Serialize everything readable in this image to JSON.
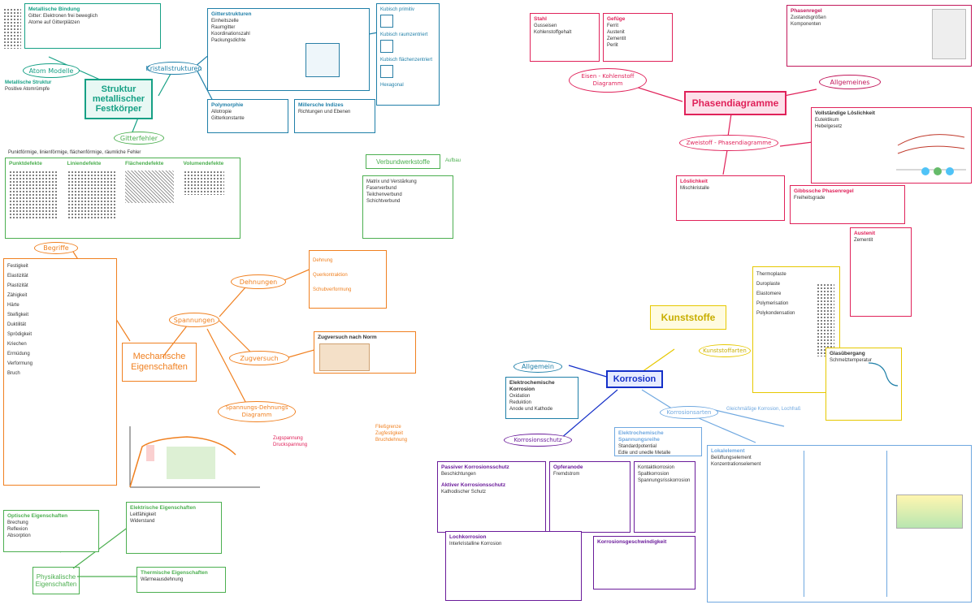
{
  "colors": {
    "teal": "#16a085",
    "blue": "#1f7fa8",
    "green": "#4caf50",
    "orange": "#f08020",
    "red": "#e0225a",
    "pink": "#c2185b",
    "purple": "#6a1b9a",
    "yellow": "#e6c800",
    "navy": "#1530c8",
    "lightblue": "#6fa8e0",
    "magenta": "#c2185b"
  },
  "hubs": {
    "struktur": "Struktur metallischer Festkörper",
    "mechanik": "Mechanische Eigenschaften",
    "phasen": "Phasendiagramme",
    "korrosion": "Korrosion",
    "kunststoffe": "Kunststoffe",
    "physikalisch": "Physikalische Eigenschaften",
    "verbund": "Verbundwerkstoffe"
  },
  "bubbles": {
    "atom_modell": "Atom Modelle",
    "kristallstruktur": "Kristallstrukturen",
    "gitterfehler": "Gitterfehler",
    "begriffe": "Begriffe",
    "dehnungen": "Dehnungen",
    "spannungen": "Spannungen",
    "zugversuch": "Zugversuch",
    "spannungs_dehnung": "Spannungs-Dehnungs Diagramm",
    "eisen_kohlenstoff": "Eisen - Kohlenstoff Diagramm",
    "allgemeines_phasen": "Allgemeines",
    "zweistoff": "Zweistoff - Phasendiagramme",
    "allgemein_korrosion": "Allgemein",
    "korrosionsschutz": "Korrosionsschutz",
    "korrosionsarten": "Korrosionsarten",
    "kunststoff_arten": "Kunststoffarten"
  },
  "notes": {
    "atom_top": [
      "Metallische Bindung",
      "Gitter: Elektronen frei beweglich",
      "Atome auf Gitterplätzen"
    ],
    "atom_left": [
      "Metallische Struktur",
      "Positive Atomrümpfe"
    ],
    "kristall_main": [
      "Gitterstrukturen",
      "Einheitszelle",
      "Raumgitter",
      "Koordinationszahl",
      "Packungsdichte"
    ],
    "kristall_cubes": [
      "Kubisch primitiv",
      "Kubisch raumzentriert",
      "Kubisch flächenzentriert",
      "Hexagonal"
    ],
    "kristall_bottom": [
      "Polymorphie",
      "Allotropie",
      "Gitterkonstante"
    ],
    "kristall_bottom2": [
      "Millersche Indizes",
      "Richtungen und Ebenen"
    ],
    "gitterfehler_title": "Punktförmige, linienförmige, flächenförmige, räumliche Fehler",
    "gitterfehler_cols": [
      "Punktdefekte",
      "Liniendefekte",
      "Flächendefekte",
      "Volumendefekte"
    ],
    "verbund_right": "Aufbau",
    "verbund_main": [
      "Matrix und Verstärkung",
      "Faserverbund",
      "Teilchenverbund",
      "Schichtverbund"
    ],
    "begriffe_list": [
      "Festigkeit",
      "Elastizität",
      "Plastizität",
      "Zähigkeit",
      "Härte",
      "Steifigkeit",
      "Duktilität",
      "Sprödigkeit",
      "Kriechen",
      "Ermüdung",
      "Verformung",
      "Bruch"
    ],
    "dehnung_box": [
      "Dehnung",
      "Querkontraktion",
      "Schubverformung"
    ],
    "zug_box": "Zugversuch nach Norm",
    "spannung_note": [
      "Zugspannung",
      "Druckspannung"
    ],
    "spannungs_right": [
      "Fließgrenze",
      "Zugfestigkeit",
      "Bruchdehnung"
    ],
    "phys_left": [
      "Optische Eigenschaften",
      "Brechung",
      "Reflexion",
      "Absorption"
    ],
    "phys_right_top": [
      "Elektrische Eigenschaften",
      "Leitfähigkeit",
      "Widerstand"
    ],
    "phys_right_bottom": [
      "Thermische Eigenschaften",
      "Wärmeausdehnung"
    ],
    "eisen_box1": [
      "Stahl",
      "Gusseisen",
      "Kohlenstoffgehalt"
    ],
    "eisen_box2": [
      "Gefüge",
      "Ferrit",
      "Austenit",
      "Zementit",
      "Perlit"
    ],
    "phasen_top": [
      "Phasenregel",
      "Zustandsgrößen",
      "Komponenten"
    ],
    "zweistoff_box": [
      "Vollständige Löslichkeit",
      "Eutektikum",
      "Hebelgesetz"
    ],
    "zweistoff_right": [
      "Gibbssche Phasenregel",
      "Freiheitsgrade"
    ],
    "zweistoff_bottom": [
      "Löslichkeit",
      "Mischkristalle"
    ],
    "kunststoff_box": [
      "Thermoplaste",
      "Duroplaste",
      "Elastomere",
      "Polymerisation",
      "Polykondensation"
    ],
    "kunststoff_right": [
      "Glasübergang",
      "Schmelztemperatur"
    ],
    "korrosion_allg": [
      "Elektrochemische Korrosion",
      "Oxidation",
      "Reduktion",
      "Anode und Kathode"
    ],
    "korrosion_arten_note": "Gleichmäßige Korrosion, Lochfraß",
    "schutz_main": [
      "Passiver Korrosionsschutz",
      "Beschichtungen",
      "Aktiver Korrosionsschutz",
      "Kathodischer Schutz"
    ],
    "schutz_right": [
      "Opferanode",
      "Fremdstrom"
    ],
    "arten_box": [
      "Kontaktkorrosion",
      "Spaltkorrosion",
      "Spannungsrisskorrosion"
    ],
    "arten_box2": [
      "Lochkorrosion",
      "Interkristalline Korrosion"
    ],
    "arten_right": [
      "Elektrochemische Spannungsreihe",
      "Standardpotential",
      "Edle und unedle Metalle"
    ],
    "arten_far": [
      "Lokalelement",
      "Belüftungselement",
      "Konzentrationselement"
    ],
    "arten_bottom": [
      "Korrosionsgeschwindigkeit"
    ]
  }
}
